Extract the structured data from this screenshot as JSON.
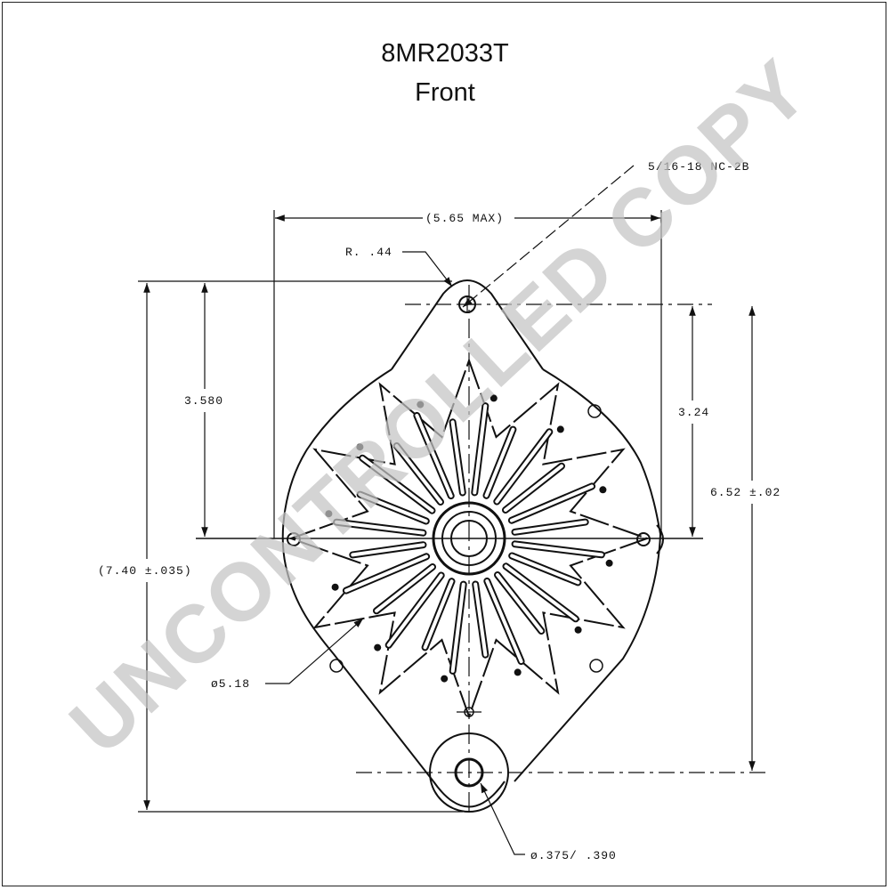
{
  "header": {
    "part_number": "8MR2033T",
    "view": "Front"
  },
  "dimensions": {
    "thread": "5/16-18 NC-2B",
    "width_max": "(5.65 MAX)",
    "radius": "R. .44",
    "height_upper": "3.580",
    "height_right": "3.24",
    "height_mount": "6.52 ±.02",
    "height_overall": "(7.40 ±.035)",
    "diameter_body": "ø5.18",
    "hole_diameter": "ø.375/ .390"
  },
  "watermark": {
    "text": "UNCONTROLLED COPY",
    "color": "#c4c4c4"
  },
  "colors": {
    "line": "#111111",
    "background": "#ffffff"
  }
}
